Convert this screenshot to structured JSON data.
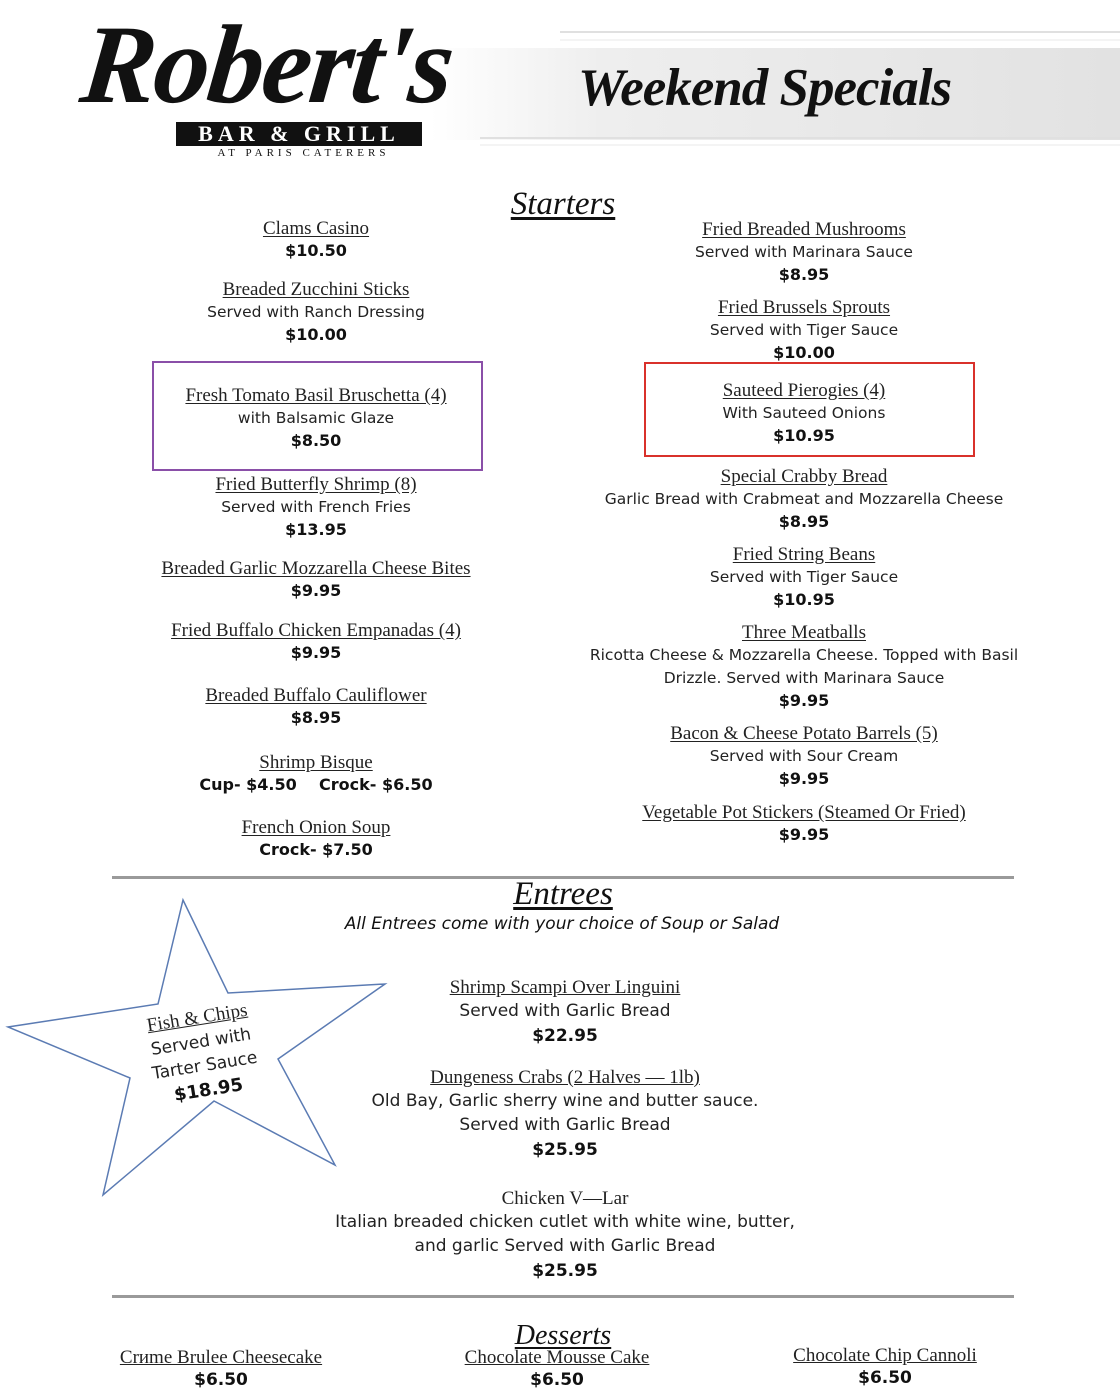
{
  "header": {
    "logo_script": "Robert's",
    "logo_sub": "BAR & GRILL",
    "logo_tag": "AT PARIS CATERERS",
    "title": "Weekend Specials"
  },
  "starters": {
    "title": "Starters",
    "left": [
      {
        "name": "Clams Casino",
        "desc": "",
        "price": "$10.50"
      },
      {
        "name": "Breaded Zucchini Sticks",
        "desc": "Served with Ranch Dressing",
        "price": "$10.00"
      },
      {
        "name": "Fresh Tomato Basil Bruschetta (4)",
        "desc": "with Balsamic Glaze",
        "price": "$8.50"
      },
      {
        "name": "Fried Butterfly Shrimp (8)",
        "desc": "Served with French Fries",
        "price": "$13.95"
      },
      {
        "name": "Breaded Garlic Mozzarella Cheese Bites",
        "desc": "",
        "price": "$9.95"
      },
      {
        "name": "Fried Buffalo Chicken Empanadas (4)",
        "desc": "",
        "price": "$9.95"
      },
      {
        "name": "Breaded Buffalo Cauliflower",
        "desc": "",
        "price": "$8.95"
      },
      {
        "name": "Shrimp Bisque",
        "desc": "",
        "price": "Cup- $4.50    Crock- $6.50"
      },
      {
        "name": "French Onion Soup",
        "desc": "",
        "price": "Crock- $7.50"
      }
    ],
    "right": [
      {
        "name": "Fried Breaded Mushrooms",
        "desc": "Served with Marinara Sauce",
        "price": "$8.95"
      },
      {
        "name": "Fried Brussels Sprouts",
        "desc": "Served with Tiger Sauce",
        "price": "$10.00"
      },
      {
        "name": "Sauteed Pierogies (4)",
        "desc": "With Sauteed Onions",
        "price": "$10.95"
      },
      {
        "name": "Special Crabby Bread",
        "desc": "Garlic Bread with Crabmeat and Mozzarella Cheese",
        "price": "$8.95"
      },
      {
        "name": "Fried String Beans",
        "desc": "Served with Tiger Sauce",
        "price": "$10.95"
      },
      {
        "name": "Three Meatballs",
        "desc": "Ricotta Cheese & Mozzarella Cheese. Topped with Basil Drizzle. Served with Marinara Sauce",
        "price": "$9.95"
      },
      {
        "name": "Bacon & Cheese Potato Barrels (5)",
        "desc": "Served with Sour Cream",
        "price": "$9.95"
      },
      {
        "name": "Vegetable Pot Stickers (Steamed Or Fried)",
        "desc": "",
        "price": "$9.95"
      }
    ]
  },
  "entrees": {
    "title": "Entrees",
    "subtitle": "All Entrees come with your choice of Soup or Salad",
    "items": [
      {
        "name": "Shrimp Scampi Over Linguini",
        "desc1": "Served with Garlic Bread",
        "desc2": "",
        "price": "$22.95"
      },
      {
        "name": "Dungeness Crabs (2 Halves — 1lb)",
        "desc1": "Old Bay, Garlic sherry wine and butter sauce.",
        "desc2": "Served with Garlic Bread",
        "price": "$25.95"
      },
      {
        "name": "Chicken V—Lar",
        "desc1": "Italian breaded chicken cutlet with white wine, butter,",
        "desc2": "and garlic Served with Garlic Bread",
        "price": "$25.95"
      }
    ],
    "star": {
      "name": "Fish & Chips",
      "line1": "Served with",
      "line2": "Tarter Sauce",
      "price": "$18.95"
    }
  },
  "desserts": {
    "title": "Desserts",
    "items": [
      {
        "name": "Crиme Brulee Cheesecake",
        "price": "$6.50"
      },
      {
        "name": "Chocolate Mousse Cake",
        "price": "$6.50"
      },
      {
        "name": "Chocolate Chip Cannoli",
        "price": "$6.50"
      }
    ]
  },
  "colors": {
    "purple_box": "#8a4fa8",
    "red_box": "#d9312b",
    "star_stroke": "#5b7bb3",
    "rule": "#9a9a9a"
  }
}
